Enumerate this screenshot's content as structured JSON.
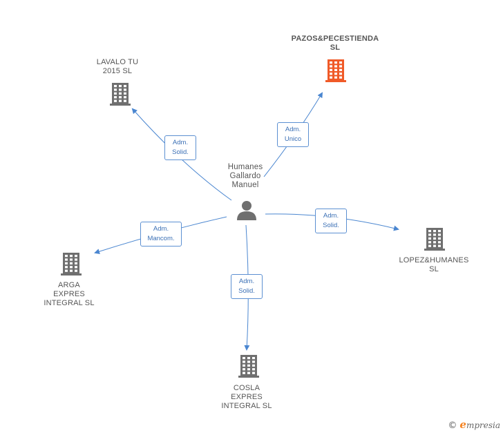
{
  "colors": {
    "edge": "#4a86d0",
    "building": "#6f6f6f",
    "building_highlight": "#f05a28",
    "person": "#6f6f6f"
  },
  "center": {
    "name_lines": [
      "Humanes",
      "Gallardo",
      "Manuel"
    ],
    "icon": "person-icon"
  },
  "companies": [
    {
      "id": "lavalo",
      "lines": [
        "LAVALO TU",
        "2015  SL"
      ],
      "icon": "building-icon",
      "highlight": false
    },
    {
      "id": "pazos",
      "lines": [
        "PAZOS&PECESTIENDA",
        "SL"
      ],
      "icon": "building-icon",
      "highlight": true
    },
    {
      "id": "arga",
      "lines": [
        "ARGA",
        "EXPRES",
        "INTEGRAL  SL"
      ],
      "icon": "building-icon",
      "highlight": false
    },
    {
      "id": "lopez",
      "lines": [
        "LOPEZ&HUMANES",
        "SL"
      ],
      "icon": "building-icon",
      "highlight": false
    },
    {
      "id": "cosla",
      "lines": [
        "COSLA",
        "EXPRES",
        "INTEGRAL SL"
      ],
      "icon": "building-icon",
      "highlight": false
    }
  ],
  "relations": [
    {
      "to": "lavalo",
      "lines": [
        "Adm.",
        "Solid."
      ]
    },
    {
      "to": "pazos",
      "lines": [
        "Adm.",
        "Unico"
      ]
    },
    {
      "to": "arga",
      "lines": [
        "Adm.",
        "Mancom."
      ]
    },
    {
      "to": "lopez",
      "lines": [
        "Adm.",
        "Solid."
      ]
    },
    {
      "to": "cosla",
      "lines": [
        "Adm.",
        "Solid."
      ]
    }
  ],
  "watermark": {
    "copyright": "©",
    "brand_initial": "e",
    "brand_rest": "mpresia"
  }
}
